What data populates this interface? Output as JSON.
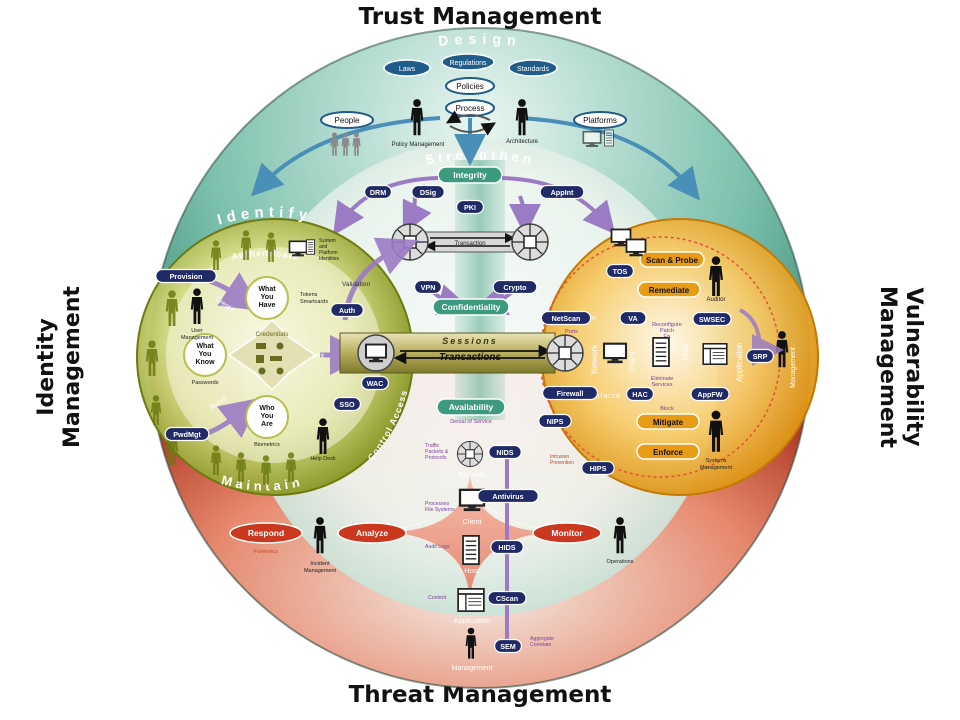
{
  "titles": {
    "top": "Trust Management",
    "bottom": "Threat Management",
    "left": [
      "Identity",
      "Management"
    ],
    "right": [
      "Vulnerability",
      "Management"
    ]
  },
  "arc_labels": {
    "design": "Design",
    "strengthen": "Strengthen",
    "identify": "Identify",
    "authenticate": "Authenticate",
    "maintain": "Maintain",
    "control_access": "Control Access",
    "credentials": "Credentials",
    "sessions": "Sessions",
    "transactions": "Transactions",
    "scan": "Scan",
    "enforce": "Enforce",
    "network": "Network",
    "client": "Client",
    "host": "Host",
    "application": "Application",
    "management": "Management"
  },
  "pills": {
    "laws": "Laws",
    "regulations": "Regulations",
    "standards": "Standards",
    "policies": "Policies",
    "process": "Process",
    "people": "People",
    "platforms": "Platforms",
    "integrity": "Integrity",
    "confidentiality": "Confidentiality",
    "availability": "Availability",
    "scan_probe": "Scan & Probe",
    "remediate": "Remediate",
    "mitigate": "Mitigate",
    "enforce": "Enforce",
    "respond": "Respond",
    "analyze": "Analyze",
    "monitor": "Monitor",
    "what_you_have": "What\nYou\nHave",
    "what_you_know": "What\nYou\nKnow",
    "who_you_are": "Who\nYou\nAre"
  },
  "badges": {
    "drm": "DRM",
    "dsig": "DSig",
    "pki": "PKI",
    "appint": "AppInt",
    "vpn": "VPN",
    "crypto": "Crypto",
    "provision": "Provision",
    "auth": "Auth",
    "wac": "WAC",
    "sso": "SSO",
    "pwdmgt": "PwdMgt",
    "tos": "TOS",
    "netscan": "NetScan",
    "va": "VA",
    "swsec": "SWSEC",
    "srp": "SRP",
    "firewall": "Firewall",
    "hac": "HAC",
    "appfw": "AppFW",
    "nips": "NIPS",
    "hips": "HIPS",
    "nids": "NIDS",
    "antivirus": "Antivirus",
    "hids": "HIDS",
    "cscan": "CScan",
    "sem": "SEM"
  },
  "small_text": {
    "policy_management": "Policy Management",
    "architecture": "Architecture",
    "system_identities": "System\nand\nPlatform\nIdentities",
    "user_management": "User\nManagement",
    "tokens": "Tokens\nSmartcards",
    "passwords": "Passwords",
    "biometrics": "Biometrics",
    "help_desk": "Help Desk",
    "create": "Create",
    "reset": "Reset",
    "present": "Present",
    "validation": "Validation",
    "transaction": "Transaction",
    "denial_of_service": "Denial of Service",
    "auditor": "Auditor",
    "systems_management": "Systems\nManagement",
    "ports": "Ports",
    "reconfigure": "Reconfigure\nPatch\nFix",
    "eliminate": "Eliminate\nServices",
    "block": "Block",
    "intrusion_prevention": "Intrusion\nPrevention",
    "traffic": "Traffic\nPackets &\nProtocols",
    "processes": "Processes\nFile Systems",
    "audit_logs": "Audit Logs",
    "content": "Content",
    "aggregate": "Aggregate\nCorrelate",
    "forensics": "Forensics",
    "incident_management": "Incident\nManagement",
    "operations": "Operations"
  },
  "colors": {
    "trust": "#2e8d7a",
    "identity": "#8e9c1e",
    "vulnerability": "#e8a21a",
    "threat": "#d8452e",
    "badge": "#1f2a66",
    "pill_teal": "#3e9a7f",
    "pill_red": "#c9381f",
    "pill_orange": "#e89b14"
  }
}
